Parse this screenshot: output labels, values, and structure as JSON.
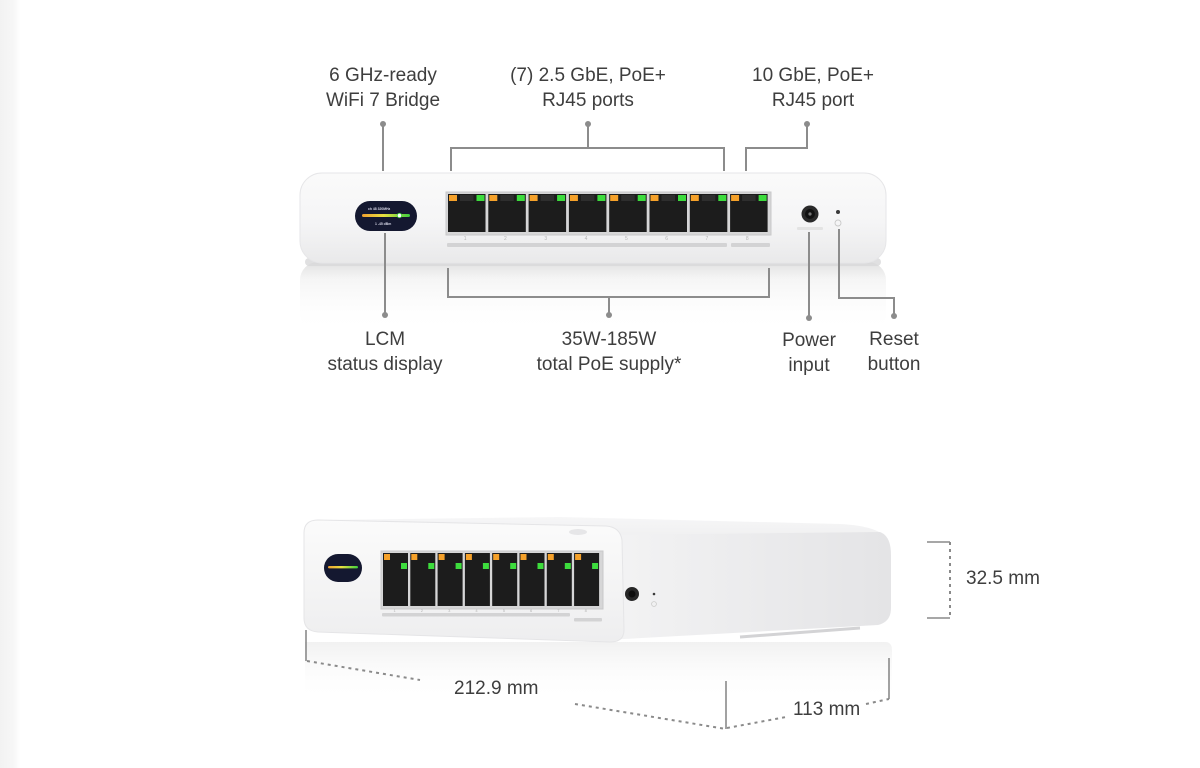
{
  "figure": {
    "subject": "WiFi 7 bridge PoE switch",
    "colors": {
      "background": "#ffffff",
      "device_body": "#f4f4f5",
      "port_recess": "#1c1c1c",
      "port_frame": "#d9d9d9",
      "led_orange": "#f5a12a",
      "led_green": "#3ddc3d",
      "lcd_background": "#141830",
      "callout_line": "#8c8c8c",
      "text": "#3e3e3e"
    }
  },
  "front_view": {
    "top_callouts": [
      {
        "id": "wifi-bridge",
        "lines": [
          "6 GHz-ready",
          "WiFi 7 Bridge"
        ]
      },
      {
        "id": "ports-2-5gbe",
        "lines": [
          "(7) 2.5 GbE, PoE+",
          "RJ45 ports"
        ]
      },
      {
        "id": "port-10gbe",
        "lines": [
          "10 GbE, PoE+",
          "RJ45 port"
        ]
      }
    ],
    "bottom_callouts": [
      {
        "id": "lcm-display",
        "lines": [
          "LCM",
          "status display"
        ]
      },
      {
        "id": "poe-supply",
        "lines": [
          "35W-185W",
          "total PoE supply*"
        ]
      },
      {
        "id": "power-input",
        "lines": [
          "Power",
          "input"
        ]
      },
      {
        "id": "reset-button",
        "lines": [
          "Reset",
          "button"
        ]
      }
    ],
    "ports": [
      {
        "label": "1",
        "speed": "2.5G"
      },
      {
        "label": "2",
        "speed": "2.5G"
      },
      {
        "label": "3",
        "speed": "2.5G"
      },
      {
        "label": "4",
        "speed": "2.5G"
      },
      {
        "label": "5",
        "speed": "2.5G"
      },
      {
        "label": "6",
        "speed": "2.5G"
      },
      {
        "label": "7",
        "speed": "2.5G"
      },
      {
        "label": "8",
        "speed": "10G"
      }
    ],
    "lcd": {
      "header": "ch 48  320MHz",
      "footer": "1 -45 dBm",
      "signal_level": 0.78
    }
  },
  "dimensions": {
    "height": "32.5 mm",
    "width": "212.9 mm",
    "depth": "113 mm"
  }
}
